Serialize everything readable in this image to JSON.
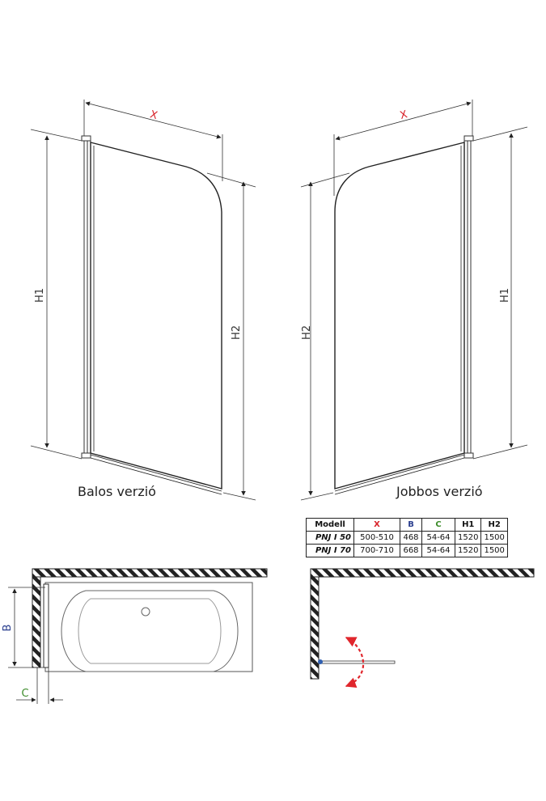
{
  "dimension_labels": {
    "x_left": "X",
    "x_right": "X",
    "h1_left": "H1",
    "h2_left": "H2",
    "h2_right": "H2",
    "h1_right": "H1",
    "b": "B",
    "c": "C"
  },
  "captions": {
    "left": "Balos verzió",
    "right": "Jobbos verzió"
  },
  "colors": {
    "x": "#d8232a",
    "b": "#2b3f8f",
    "c": "#3c8c2a",
    "arrow": "#e0262c",
    "hinge": "#2f5fb0"
  },
  "table": {
    "headers": [
      "Modell",
      "X",
      "B",
      "C",
      "H1",
      "H2"
    ],
    "rows": [
      [
        "PNJ I 50",
        "500-510",
        "468",
        "54-64",
        "1520",
        "1500"
      ],
      [
        "PNJ I 70",
        "700-710",
        "668",
        "54-64",
        "1520",
        "1500"
      ]
    ]
  }
}
